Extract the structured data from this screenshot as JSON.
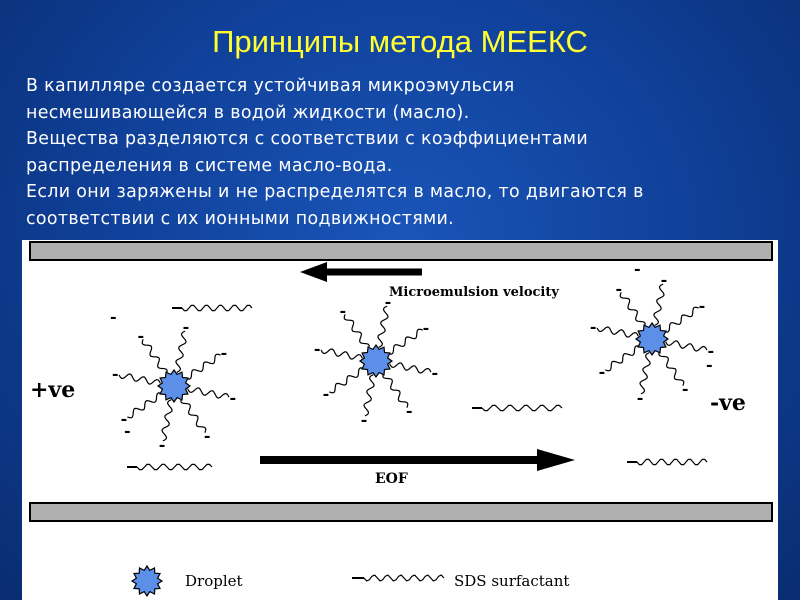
{
  "slide": {
    "title": "Принципы метода МЕЕКС",
    "body_lines": [
      "В капилляре создается устойчивая микроэмульсия",
      "несмешивающейся в водой жидкости (масло).",
      "Вещества разделяются с соответствии с коэффициентами",
      "распределения в системе масло-вода.",
      "Если они заряжены и не распределятся в масло, то двигаются в",
      "соответствии с их ионными подвижностями."
    ]
  },
  "diagram": {
    "microemulsion_label": "Microemulsion velocity",
    "eof_label": "EOF",
    "positive_electrode": "+ve",
    "negative_electrode": "-ve",
    "legend": {
      "droplet": "Droplet",
      "surfactant": "SDS surfactant"
    },
    "colors": {
      "droplet_fill": "#5b8fe8",
      "title": "#ffff33",
      "background": "#1149a8"
    }
  }
}
